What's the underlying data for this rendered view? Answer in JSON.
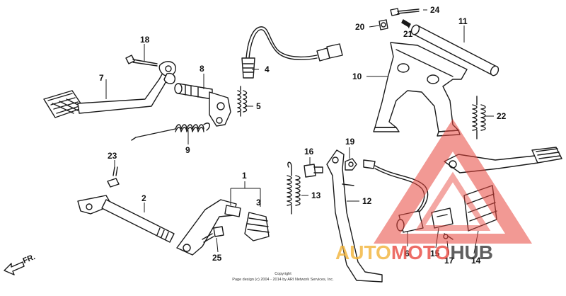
{
  "callouts": [
    {
      "label": "1",
      "part": "pedal-assembly"
    },
    {
      "label": "2",
      "part": "pedal-shaft"
    },
    {
      "label": "3",
      "part": "rubber-grip"
    },
    {
      "label": "4",
      "part": "switch-upper"
    },
    {
      "label": "5",
      "part": "spring-small"
    },
    {
      "label": "6",
      "part": "switch-lower"
    },
    {
      "label": "7",
      "part": "brake-pedal"
    },
    {
      "label": "8",
      "part": "pivot-shaft"
    },
    {
      "label": "9",
      "part": "return-spring"
    },
    {
      "label": "10",
      "part": "main-stand"
    },
    {
      "label": "11",
      "part": "stand-pipe"
    },
    {
      "label": "12",
      "part": "side-stand"
    },
    {
      "label": "13",
      "part": "stand-spring"
    },
    {
      "label": "14",
      "part": "rubber-pad"
    },
    {
      "label": "15",
      "part": "bracket"
    },
    {
      "label": "16",
      "part": "pivot-bolt"
    },
    {
      "label": "17",
      "part": "small-screw"
    },
    {
      "label": "18",
      "part": "bolt-top"
    },
    {
      "label": "19",
      "part": "nut"
    },
    {
      "label": "20",
      "part": "nut-top"
    },
    {
      "label": "21",
      "part": "pin"
    },
    {
      "label": "22",
      "part": "main-stand-spring"
    },
    {
      "label": "23",
      "part": "bolt-left"
    },
    {
      "label": "24",
      "part": "bolt-right"
    },
    {
      "label": "25",
      "part": "bolt-bottom"
    }
  ],
  "direction_label": "FR.",
  "footer": {
    "line1": "Copyright",
    "line2": "Page design (c) 2004 - 2014 by ARI Network Services, Inc."
  },
  "watermark": {
    "part1": "AUTO",
    "part2": "MOTO",
    "part3": "HUB",
    "color_primary": "#e8453c",
    "color_secondary": "#f2b134",
    "color_dark": "#333333"
  }
}
